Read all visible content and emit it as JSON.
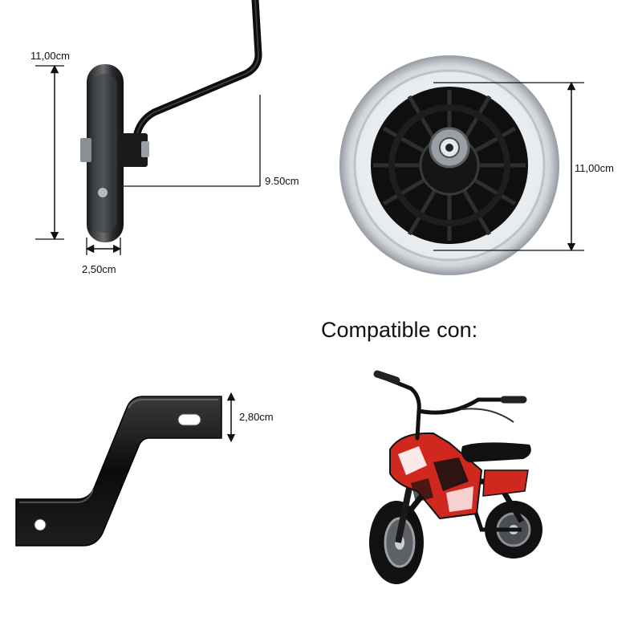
{
  "labels": {
    "wheel_height": "11,00cm",
    "arm_height": "9.50cm",
    "wheel_width": "2,50cm",
    "wheel_diameter": "11,00cm",
    "bracket_height": "2,80cm",
    "compatible": "Compatible con:"
  },
  "colors": {
    "accent_red": "#d0271f",
    "metal_black": "#0d0d0d",
    "tire_gray": "#c9cdd1"
  }
}
